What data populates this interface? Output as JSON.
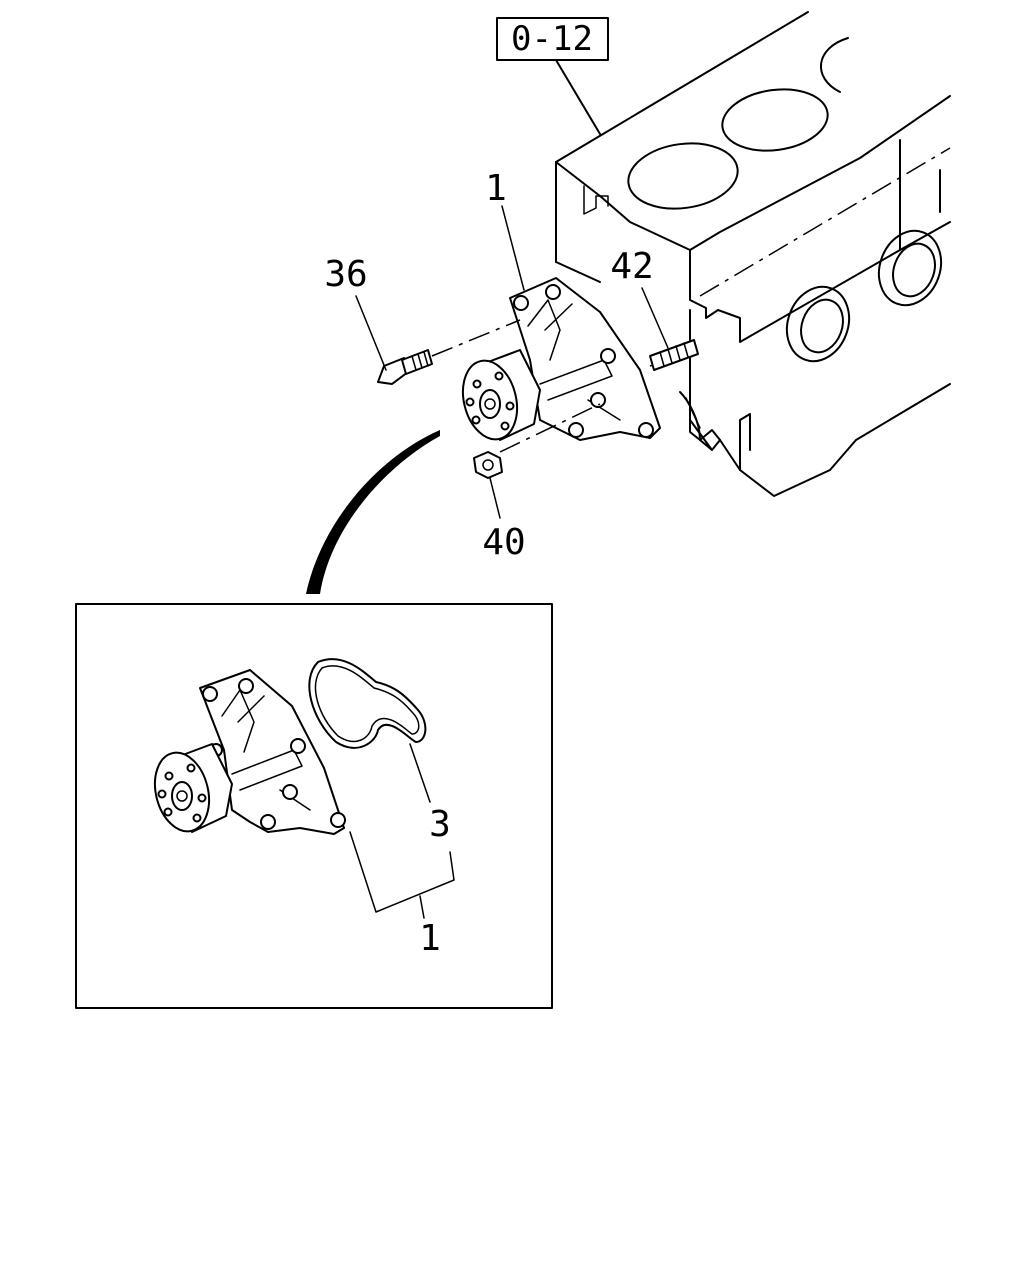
{
  "diagram": {
    "reference_box": "0-12",
    "callouts": {
      "pump_main": "1",
      "bolt": "36",
      "stud": "42",
      "nut": "40",
      "gasket": "3",
      "pump_assembly": "1"
    },
    "colors": {
      "ink": "#000000",
      "paper": "#ffffff"
    }
  }
}
